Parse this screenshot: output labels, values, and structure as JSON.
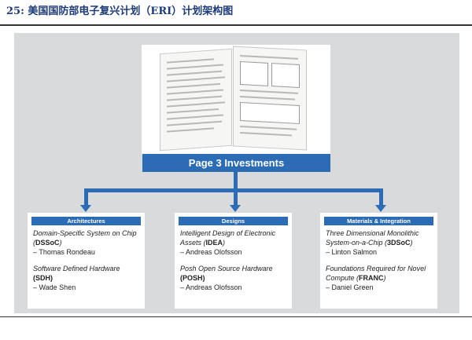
{
  "header": {
    "title": "25:  美国国防部电子复兴计划（ERI）计划架构图"
  },
  "diagram": {
    "root_label": "Page 3 Investments",
    "columns": [
      {
        "heading": "Architectures",
        "items": [
          {
            "title_a": "Domain-Specific System on Chip (",
            "acronym": "DSSoC",
            "title_b": ")",
            "person": "– Thomas Rondeau"
          },
          {
            "title_a": "Software Defined Hardware",
            "acronym": "(SDH)",
            "title_b": "",
            "person": "– Wade Shen"
          }
        ]
      },
      {
        "heading": "Designs",
        "items": [
          {
            "title_a": "Intelligent Design of Electronic Assets (",
            "acronym": "IDEA",
            "title_b": ")",
            "person": "– Andreas Olofsson"
          },
          {
            "title_a": "Posh Open Source Hardware",
            "acronym": "(POSH)",
            "title_b": "",
            "person": "– Andreas Olofsson"
          }
        ]
      },
      {
        "heading": "Materials & Integration",
        "items": [
          {
            "title_a": "Three Dimensional Monolithic System-on-a-Chip (",
            "acronym": "3DSoC",
            "title_b": ")",
            "person": "– Linton Salmon"
          },
          {
            "title_a": "Foundations Required for Novel Compute (",
            "acronym": "FRANC",
            "title_b": ")",
            "person": "– Daniel Green"
          }
        ]
      }
    ]
  },
  "colors": {
    "accent": "#2b6cb4",
    "panel": "#d9dadc",
    "title": "#1c3a78"
  }
}
